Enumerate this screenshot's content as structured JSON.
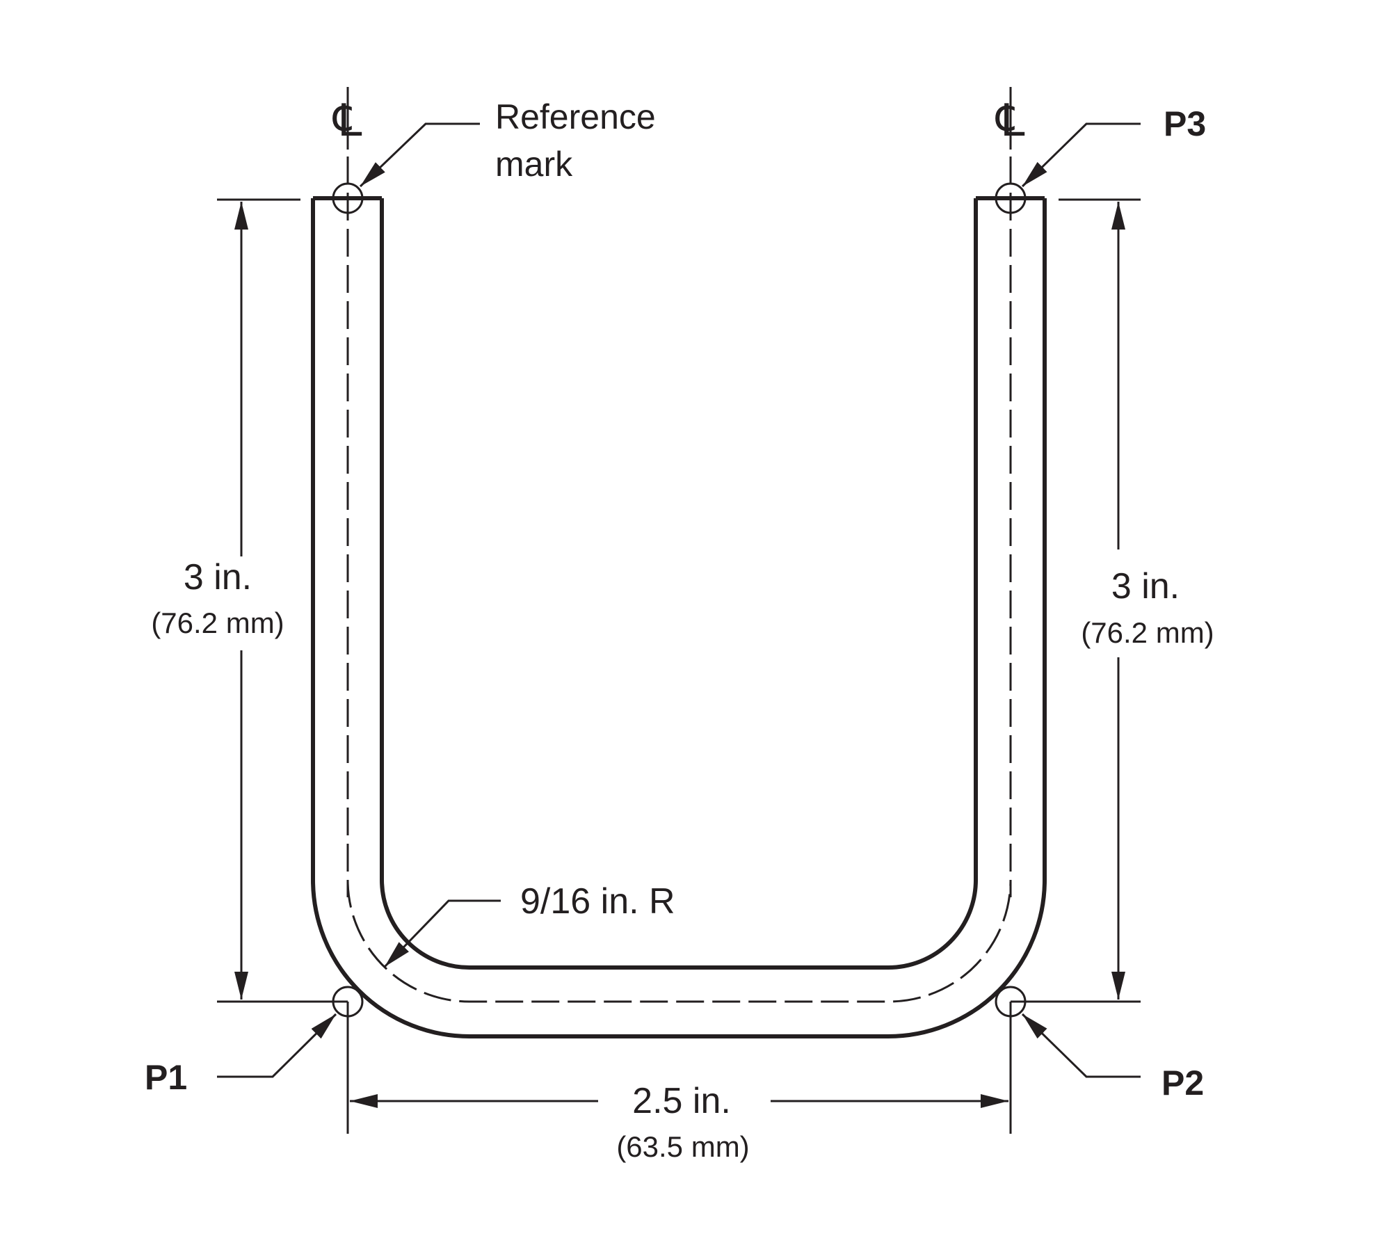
{
  "diagram": {
    "centerline_symbol": "℄",
    "labels": {
      "reference_line1": "Reference",
      "reference_line2": "mark",
      "p1": "P1",
      "p2": "P2",
      "p3": "P3",
      "radius": "9/16 in. R"
    },
    "dimensions": {
      "left_height": {
        "primary": "3 in.",
        "secondary": "(76.2 mm)"
      },
      "right_height": {
        "primary": "3 in.",
        "secondary": "(76.2 mm)"
      },
      "width": {
        "primary": "2.5 in.",
        "secondary": "(63.5 mm)"
      }
    },
    "colors": {
      "ink": "#231f20",
      "background": "#ffffff"
    }
  }
}
